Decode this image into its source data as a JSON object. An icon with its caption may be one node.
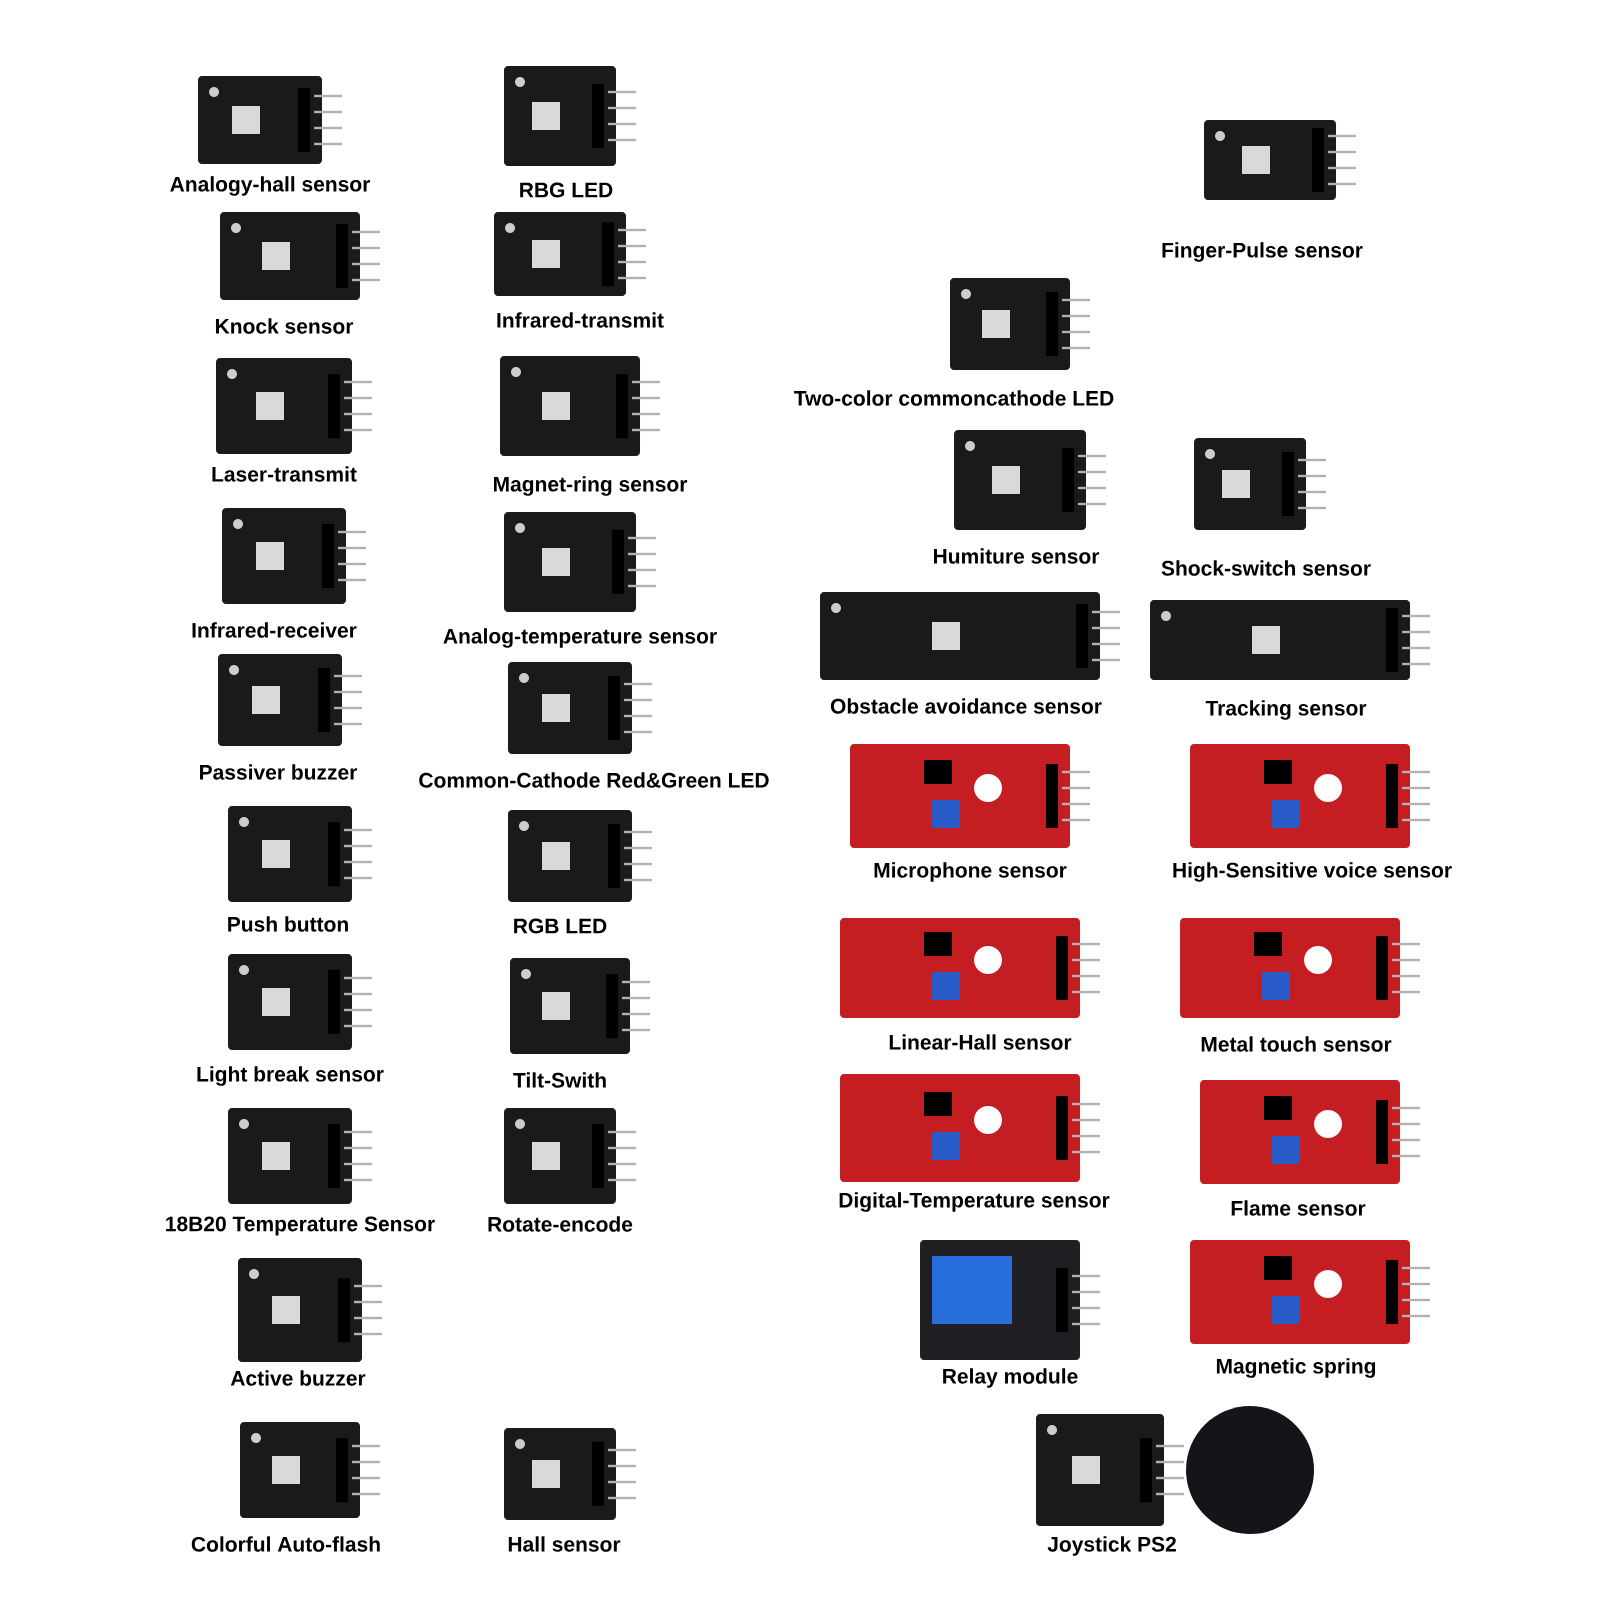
{
  "diagram": {
    "labels": [
      "Analogy-hall sensor",
      "RBG LED",
      "Finger-Pulse sensor",
      "Knock sensor",
      "Infrared-transmit",
      "Two-color commoncathode LED",
      "Laser-transmit",
      "Magnet-ring sensor",
      "Humiture sensor",
      "Shock-switch sensor",
      "Infrared-receiver",
      "Analog-temperature sensor",
      "Obstacle avoidance sensor",
      "Tracking sensor",
      "Passiver buzzer",
      "Common-Cathode Red&Green LED",
      "Microphone sensor",
      "High-Sensitive voice sensor",
      "Push button",
      "RGB LED",
      "Light break sensor",
      "Tilt-Swith",
      "Linear-Hall sensor",
      "Metal touch sensor",
      "18B20 Temperature Sensor",
      "Rotate-encode",
      "Digital-Temperature sensor",
      "Flame sensor",
      "Active buzzer",
      "Relay module",
      "Magnetic spring",
      "Colorful Auto-flash",
      "Hall sensor",
      "Joystick PS2"
    ]
  }
}
